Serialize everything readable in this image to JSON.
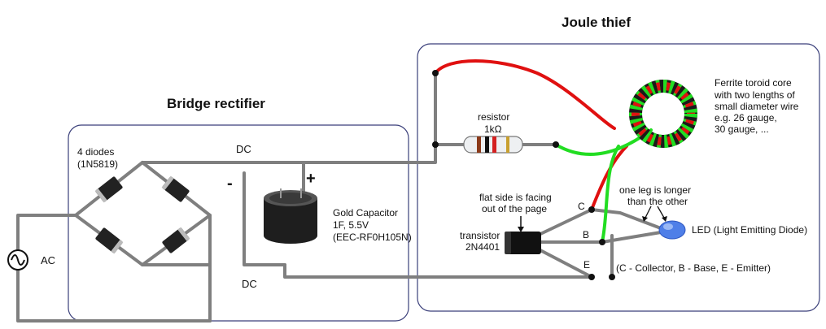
{
  "titles": {
    "joule_thief": "Joule thief",
    "bridge_rectifier": "Bridge rectifier"
  },
  "labels": {
    "diodes_line1": "4 diodes",
    "diodes_line2": "(1N5819)",
    "dc_top": "DC",
    "dc_bottom": "DC",
    "ac": "AC",
    "minus": "-",
    "plus": "+",
    "capacitor_line1": "Gold Capacitor",
    "capacitor_line2": "1F, 5.5V",
    "capacitor_line3": "(EEC-RF0H105N)",
    "resistor_line1": "resistor",
    "resistor_line2": "1kΩ",
    "toroid_line1": "Ferrite toroid core",
    "toroid_line2": "with two lengths of",
    "toroid_line3": "small diameter wire",
    "toroid_line4": "e.g. 26 gauge,",
    "toroid_line5": "30 gauge, ...",
    "flat_side_line1": "flat side is facing",
    "flat_side_line2": "out of the page",
    "transistor_line1": "transistor",
    "transistor_line2": "2N4401",
    "pin_c": "C",
    "pin_b": "B",
    "pin_e": "E",
    "led_leg_line1": "one leg is longer",
    "led_leg_line2": "than the other",
    "led": "LED (Light Emitting Diode)",
    "pin_legend": "(C - Collector, B - Base, E - Emitter)"
  },
  "colors": {
    "wire": "#7f7f7f",
    "red_wire": "#e01010",
    "green_wire": "#22dd22",
    "box_border": "#3a3f7a",
    "led": "#4f7fe8"
  },
  "icons": {
    "ac_source": "sine-wave-icon"
  }
}
